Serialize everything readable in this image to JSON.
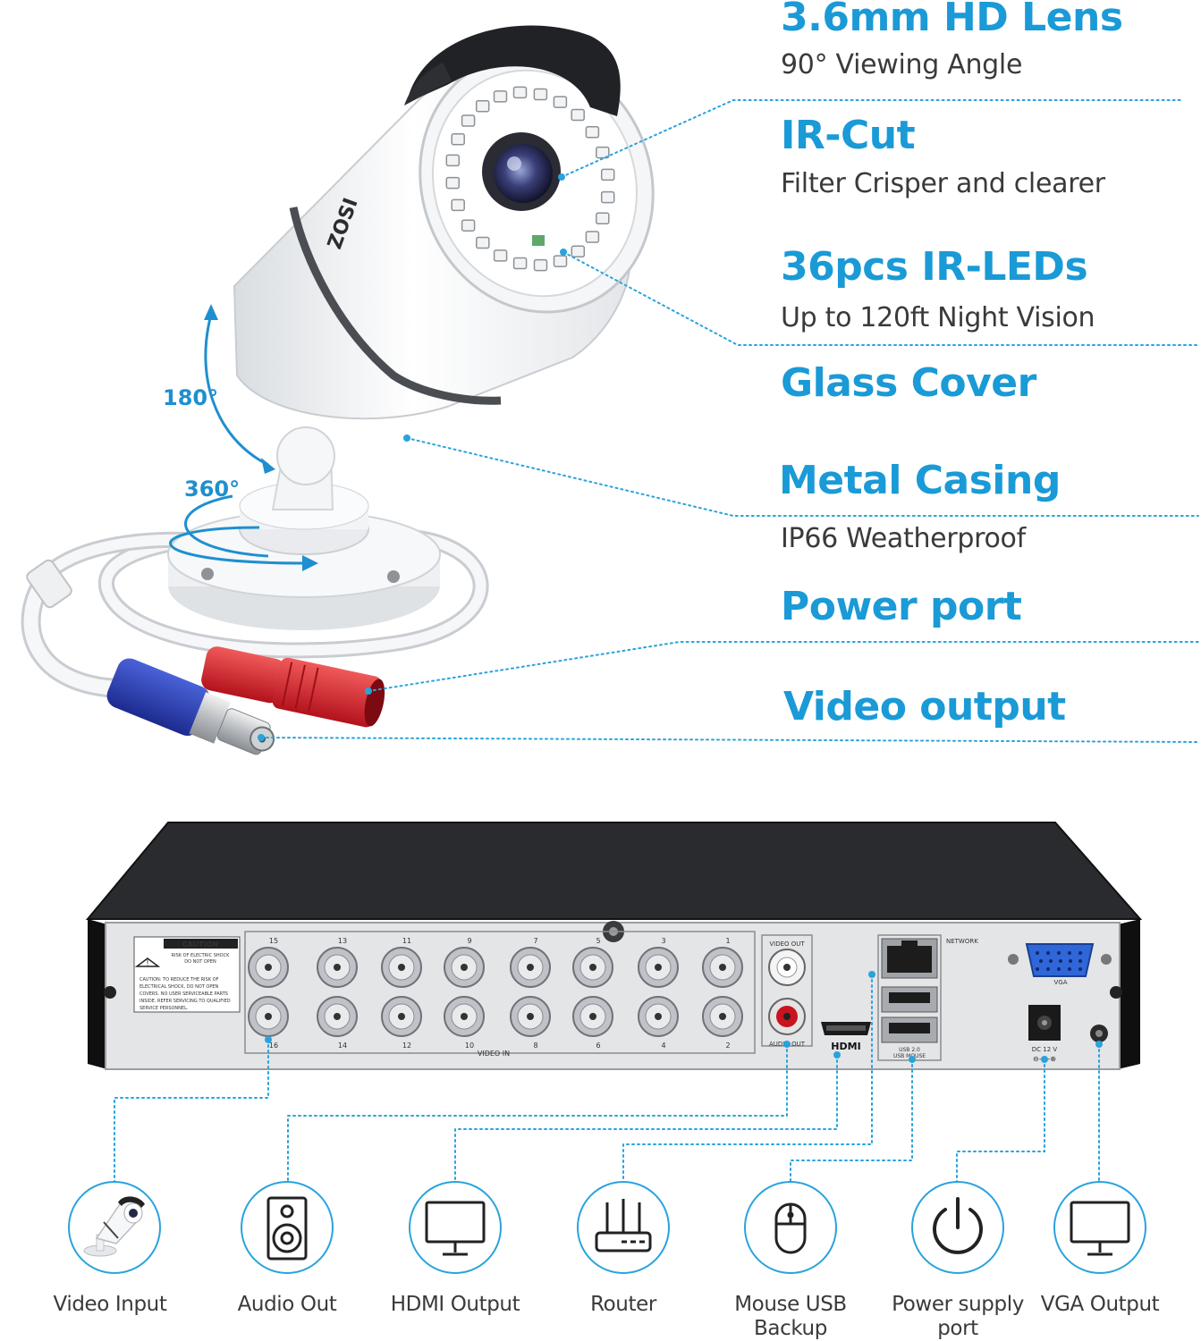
{
  "camera": {
    "brand": "ZOSI",
    "rotation_tilt": "180°",
    "rotation_pan": "360°"
  },
  "features": [
    {
      "title": "3.6mm HD Lens",
      "subtitle": "90° Viewing Angle"
    },
    {
      "title": "IR-Cut",
      "subtitle": "Filter Crisper and clearer"
    },
    {
      "title": "36pcs IR-LEDs",
      "subtitle": "Up to 120ft Night Vision"
    },
    {
      "title": "Glass Cover"
    },
    {
      "title": "Metal Casing",
      "subtitle": "IP66 Weatherproof"
    },
    {
      "title": "Power port"
    },
    {
      "title": "Video output"
    }
  ],
  "dvr": {
    "warning_title": "CAUTION",
    "warning_line1": "RISK OF ELECTRIC SHOCK",
    "warning_line2": "DO NOT OPEN",
    "warning_body": [
      "CAUTION: TO REDUCE THE RISK OF",
      "ELECTRICAL SHOCK, DO NOT OPEN",
      "COVERS. NO USER SERVICEABLE PARTS",
      "INSIDE. REFER SERVICING TO QUALIFIED",
      "SERVICE PERSONNEL."
    ],
    "video_in_top": [
      "15",
      "13",
      "11",
      "9",
      "7",
      "5",
      "3",
      "1"
    ],
    "video_in_bottom": [
      "16",
      "14",
      "12",
      "10",
      "8",
      "6",
      "4",
      "2"
    ],
    "video_in_label": "VIDEO IN",
    "video_out_label": "VIDEO OUT",
    "audio_out_label": "AUDIO OUT",
    "hdmi_label": "HDMI",
    "network_label": "NETWORK",
    "usb_label_1": "USB 2.0",
    "usb_label_2": "USB MOUSE",
    "vga_label": "VGA",
    "dc_label": "DC 12 V",
    "dc_polarity": "⊖-⊙-⊕"
  },
  "ports": [
    {
      "label_line1": "Video Input",
      "label_line2": "",
      "icon": "camera-icon"
    },
    {
      "label_line1": "Audio Out",
      "label_line2": "",
      "icon": "speaker-icon"
    },
    {
      "label_line1": "HDMI Output",
      "label_line2": "",
      "icon": "monitor-icon"
    },
    {
      "label_line1": "Router",
      "label_line2": "",
      "icon": "router-icon"
    },
    {
      "label_line1": "Mouse USB",
      "label_line2": "Backup",
      "icon": "mouse-icon"
    },
    {
      "label_line1": "Power supply",
      "label_line2": "port",
      "icon": "power-icon"
    },
    {
      "label_line1": "VGA Output",
      "label_line2": "",
      "icon": "monitor-icon"
    }
  ],
  "colors": {
    "accent": "#1a9ad6",
    "text": "#3a3a3a",
    "dvr_body": "#1c1c1e",
    "dvr_panel": "#e6e7e9"
  }
}
